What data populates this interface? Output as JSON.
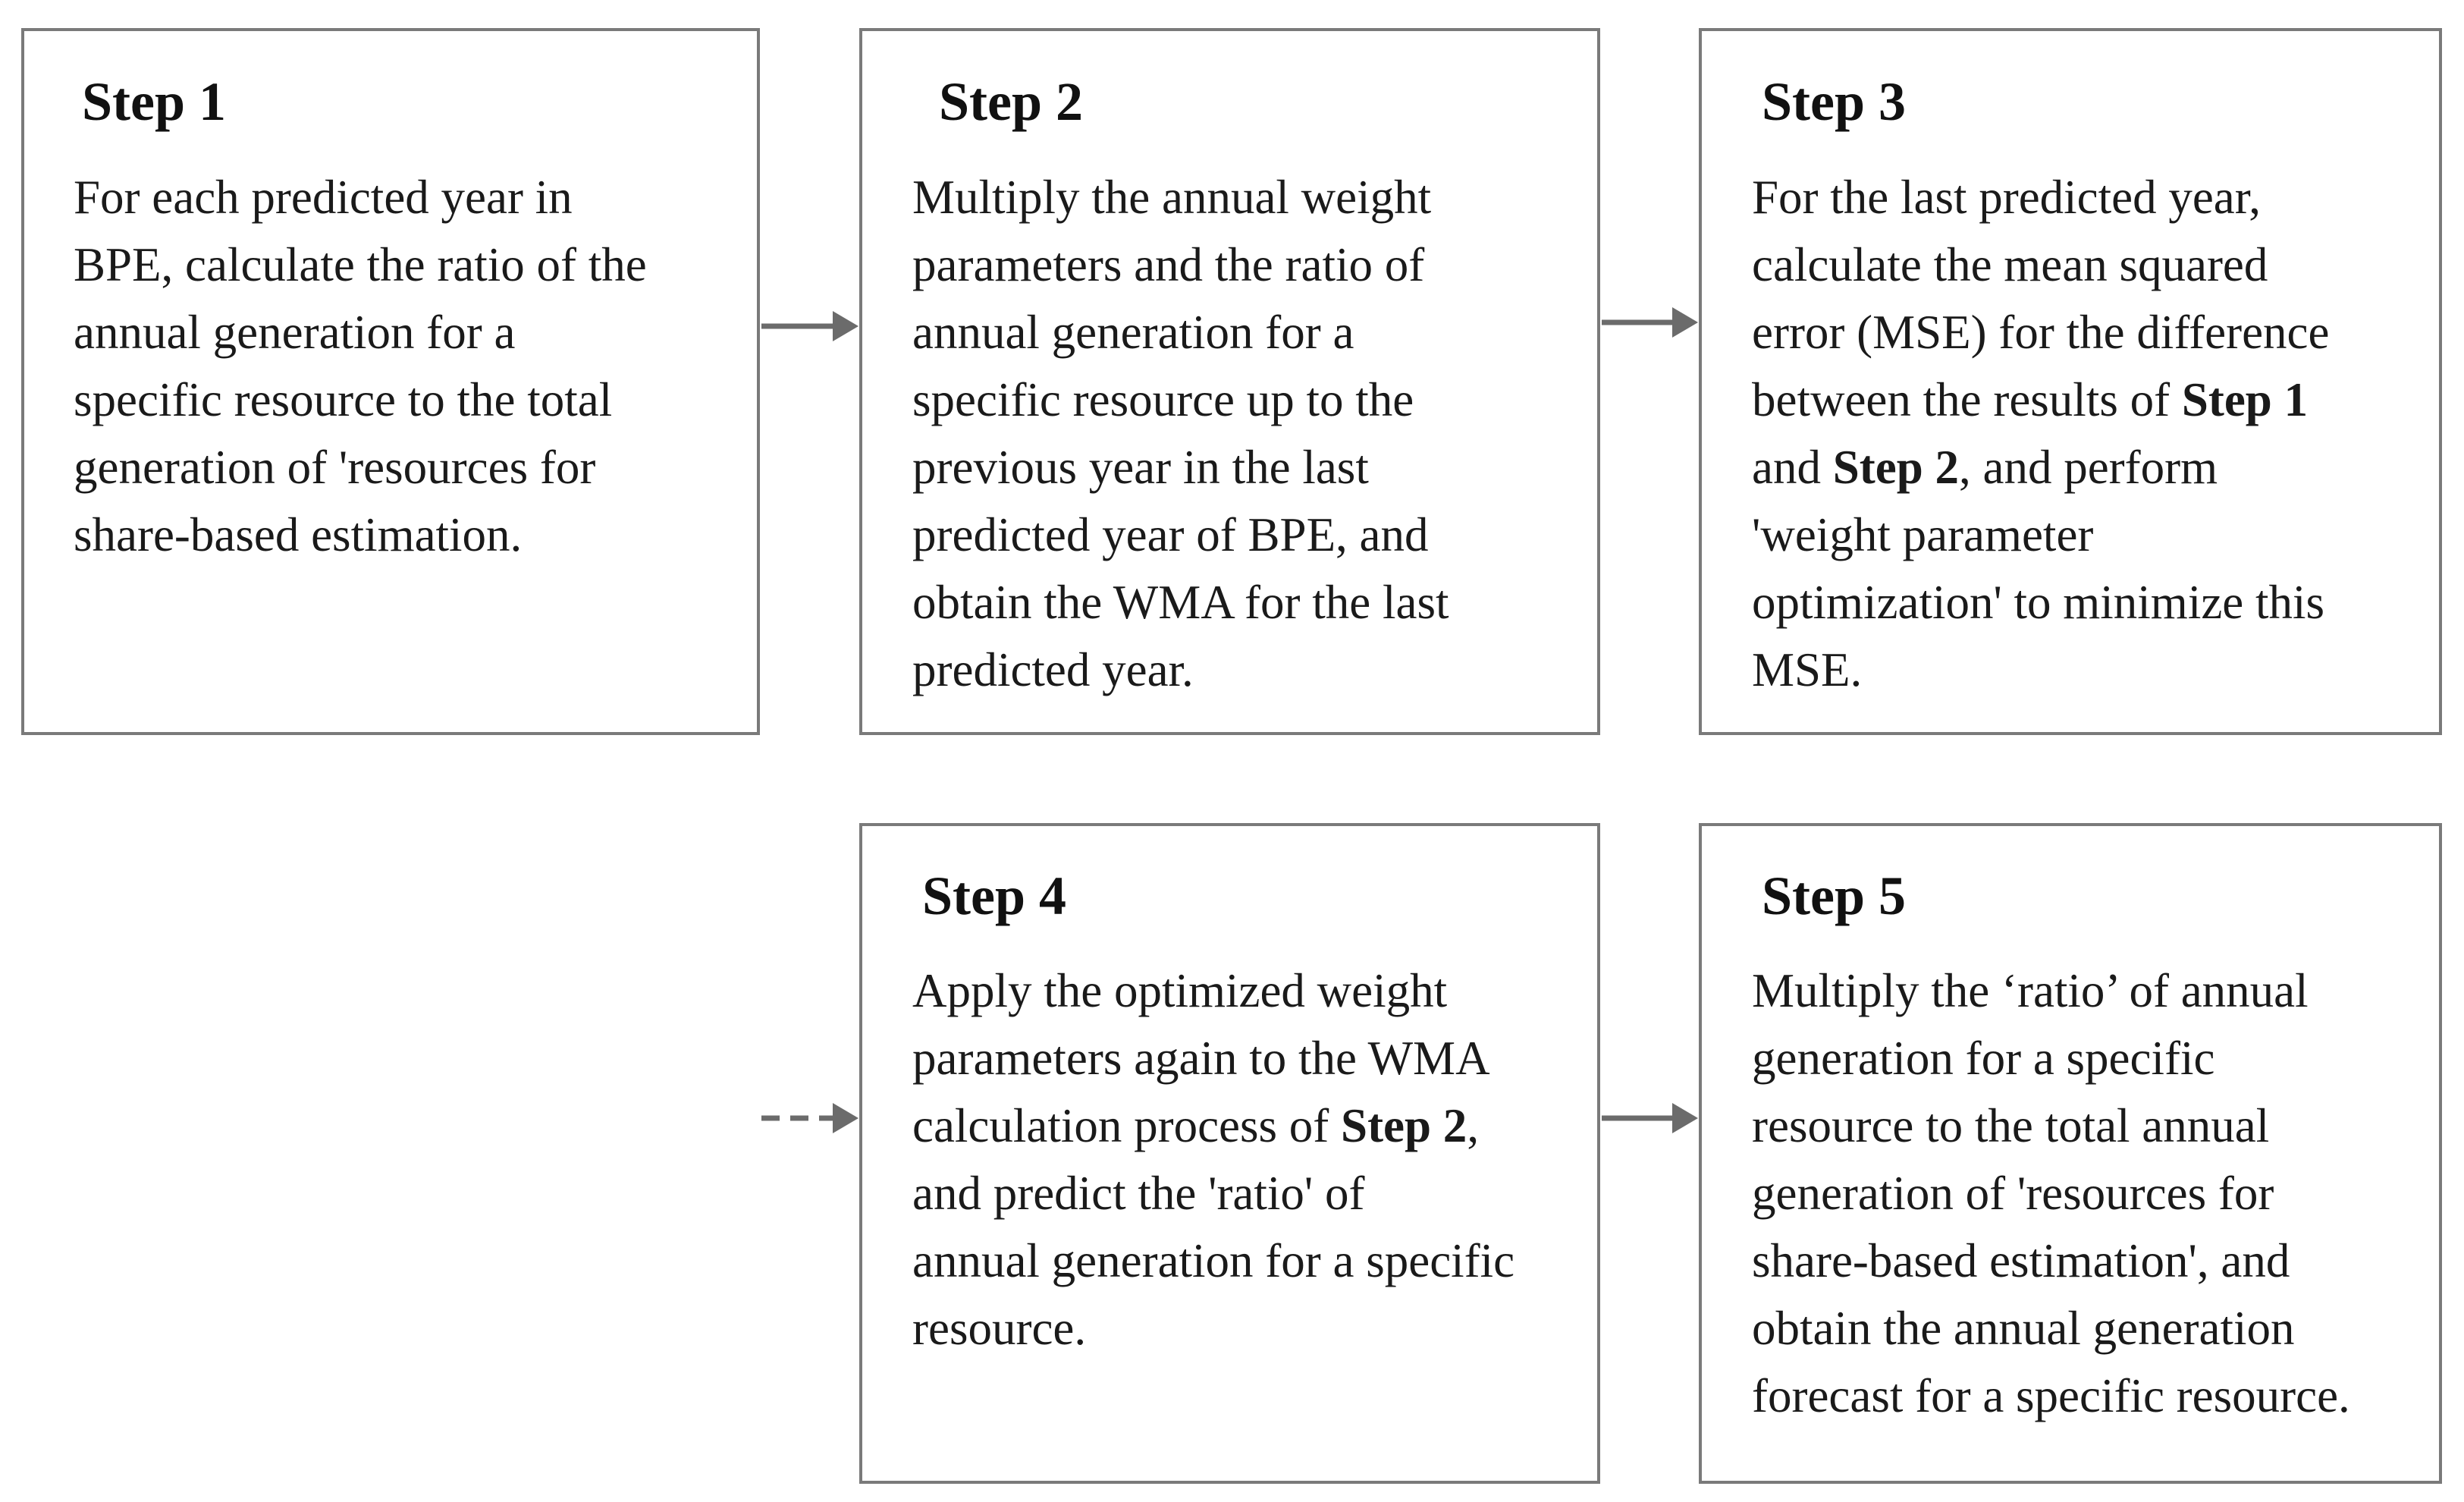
{
  "steps": [
    {
      "title": "Step 1",
      "lines": [
        [
          {
            "t": "For each predicted year in"
          }
        ],
        [
          {
            "t": "BPE, calculate the ratio of the"
          }
        ],
        [
          {
            "t": "annual generation for a"
          }
        ],
        [
          {
            "t": "specific resource to the total"
          }
        ],
        [
          {
            "t": "generation of 'resources for"
          }
        ],
        [
          {
            "t": "share-based estimation."
          }
        ]
      ]
    },
    {
      "title": "Step 2",
      "lines": [
        [
          {
            "t": "Multiply the annual weight"
          }
        ],
        [
          {
            "t": "parameters and the ratio of"
          }
        ],
        [
          {
            "t": "annual generation for a"
          }
        ],
        [
          {
            "t": "specific resource up to the"
          }
        ],
        [
          {
            "t": "previous year in the last"
          }
        ],
        [
          {
            "t": "predicted year of BPE, and"
          }
        ],
        [
          {
            "t": "obtain the WMA for the last"
          }
        ],
        [
          {
            "t": "predicted year."
          }
        ]
      ]
    },
    {
      "title": "Step 3",
      "lines": [
        [
          {
            "t": "For the last predicted year,"
          }
        ],
        [
          {
            "t": "calculate the mean squared"
          }
        ],
        [
          {
            "t": "error (MSE) for the difference"
          }
        ],
        [
          {
            "t": "between the results of "
          },
          {
            "t": "Step 1",
            "b": true
          }
        ],
        [
          {
            "t": "and "
          },
          {
            "t": "Step 2",
            "b": true
          },
          {
            "t": ", and perform"
          }
        ],
        [
          {
            "t": "'weight parameter"
          }
        ],
        [
          {
            "t": "optimization' to minimize this"
          }
        ],
        [
          {
            "t": "MSE."
          }
        ]
      ]
    },
    {
      "title": "Step 4",
      "lines": [
        [
          {
            "t": "Apply the optimized weight"
          }
        ],
        [
          {
            "t": "parameters again to the WMA"
          }
        ],
        [
          {
            "t": "calculation process of "
          },
          {
            "t": "Step 2",
            "b": true
          },
          {
            "t": ","
          }
        ],
        [
          {
            "t": "and predict the 'ratio' of"
          }
        ],
        [
          {
            "t": "annual generation for a specific"
          }
        ],
        [
          {
            "t": "resource."
          }
        ]
      ]
    },
    {
      "title": "Step 5",
      "lines": [
        [
          {
            "t": "Multiply the ‘ratio’ of annual"
          }
        ],
        [
          {
            "t": "generation for a specific"
          }
        ],
        [
          {
            "t": "resource to the total annual"
          }
        ],
        [
          {
            "t": "generation of 'resources for"
          }
        ],
        [
          {
            "t": "share-based estimation', and"
          }
        ],
        [
          {
            "t": "obtain the annual generation"
          }
        ],
        [
          {
            "t": "forecast for a specific resource."
          }
        ]
      ]
    }
  ],
  "colors": {
    "border": "#7a7a7a",
    "arrow": "#6b6b6b",
    "text": "#1a1a1a"
  }
}
